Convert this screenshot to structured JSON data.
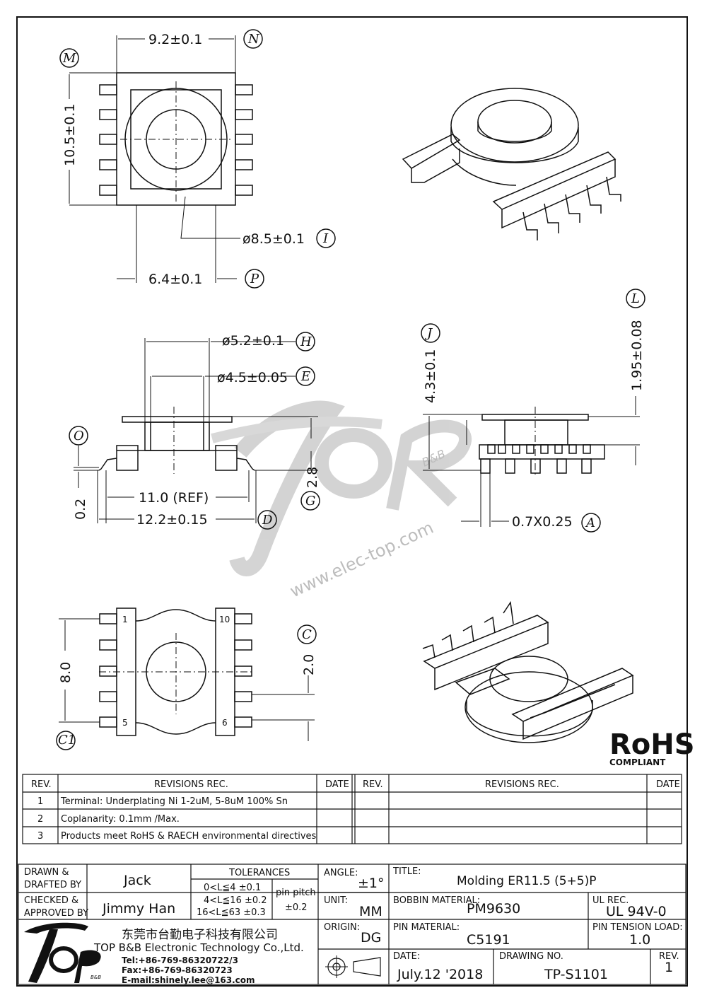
{
  "dimensions": {
    "width_top": "9.2±0.1",
    "height_left": "10.5±0.1",
    "pin_span_inner": "6.4±0.1",
    "core_dia_top": "ø8.5±0.1",
    "flange_dia": "ø5.2±0.1",
    "core_dia": "ø4.5±0.05",
    "standoff": "0.2",
    "width_ref": "11.0 (REF)",
    "overall_width": "12.2±0.15",
    "height_side": "2.8",
    "total_height": "4.3±0.1",
    "flange_thickness": "1.95±0.08",
    "pin_size": "0.7X0.25",
    "pad_span": "8.0",
    "pitch": "2.0"
  },
  "labels": {
    "N": "N",
    "M": "M",
    "I": "I",
    "P": "P",
    "H": "H",
    "E": "E",
    "O": "O",
    "D": "D",
    "G": "G",
    "J": "J",
    "L": "L",
    "A": "A",
    "C": "C",
    "C1": "C1"
  },
  "pin_numbers": {
    "p1": "1",
    "p5": "5",
    "p6": "6",
    "p10": "10"
  },
  "watermark": {
    "brand": "Top",
    "sub": "B&B",
    "url": "www.elec-top.com"
  },
  "rohs": {
    "title": "RoHS",
    "sub": "COMPLIANT"
  },
  "revisions": {
    "headers": {
      "rev": "REV.",
      "rec": "REVISIONS   REC.",
      "date": "DATE"
    },
    "rows": [
      {
        "rev": "1",
        "text": "Terminal: Underplating Ni 1-2uM, 5-8uM 100% Sn",
        "date": ""
      },
      {
        "rev": "2",
        "text": "Coplanarity: 0.1mm  /Max.",
        "date": ""
      },
      {
        "rev": "3",
        "text": "Products  meet  RoHS  &  RAECH  environmental  directives",
        "date": ""
      }
    ]
  },
  "title_block": {
    "drawn_label": "DRAWN &",
    "drafted_label": "DRAFTED BY",
    "drawn_value": "Jack",
    "checked_label": "CHECKED &",
    "approved_label": "APPROVED BY",
    "checked_value": "Jimmy Han",
    "tolerances_label": "TOLERANCES",
    "tol1": "0<L≦4    ±0.1",
    "tol2": "4<L≦16  ±0.2",
    "tol3": "16<L≦63  ±0.3",
    "pin_pitch_label": "pin pitch",
    "pin_pitch_value": "±0.2",
    "angle_label": "ANGLE:",
    "angle_value": "±1°",
    "unit_label": "UNIT:",
    "unit_value": "MM",
    "origin_label": "ORIGIN:",
    "origin_value": "DG",
    "title_label": "TITLE:",
    "title_value": "Molding ER11.5 (5+5)P",
    "bobbin_label": "BOBBIN MATERIAL:",
    "bobbin_value": "PM9630",
    "ul_label": "UL REC.",
    "ul_value": "UL 94V-0",
    "pin_mat_label": "PIN MATERIAL:",
    "pin_mat_value": "C5191",
    "pin_tension_label": "PIN TENSION LOAD:",
    "pin_tension_value": "1.0",
    "date_label": "DATE:",
    "date_value": "July.12 '2018",
    "dwg_label": "DRAWING NO.",
    "dwg_value": "TP-S1101",
    "rev_label": "REV.",
    "rev_value": "1",
    "company_cn": "东莞市台勤电子科技有限公司",
    "company_en": "TOP B&B Electronic Technology Co.,Ltd.",
    "tel": "Tel:+86-769-86320722/3",
    "fax": "Fax:+86-769-86320723",
    "email": "E-mail:shinely.lee@163.com",
    "logo_sub": "B&B"
  }
}
